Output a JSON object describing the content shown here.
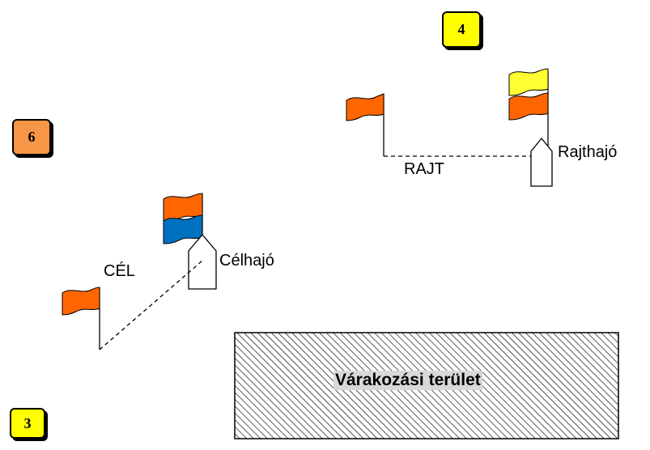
{
  "marks": [
    {
      "id": "4",
      "label": "4",
      "color": "#ffff00"
    },
    {
      "id": "6",
      "label": "6",
      "color": "#f79646"
    },
    {
      "id": "3",
      "label": "3",
      "color": "#ffff00"
    }
  ],
  "labels": {
    "start_line": "RAJT",
    "start_boat": "Rajthajó",
    "finish_line": "CÉL",
    "finish_boat": "Célhajó",
    "waiting_area": "Várakozási terület"
  },
  "colors": {
    "orange_flag": "#ff6600",
    "blue_flag": "#0070c0",
    "yellow_flag": "#ffff33",
    "hatch": "#000000"
  },
  "icons": {
    "flag": "flag-icon",
    "boat": "boat-icon"
  }
}
